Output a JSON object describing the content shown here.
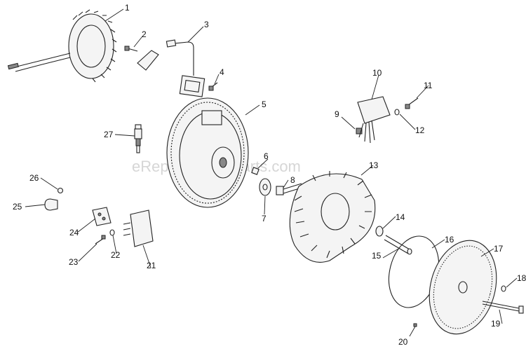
{
  "watermark": "eReplacementParts.com",
  "callouts": [
    {
      "id": "1",
      "label": "1"
    },
    {
      "id": "2",
      "label": "2"
    },
    {
      "id": "3",
      "label": "3"
    },
    {
      "id": "4",
      "label": "4"
    },
    {
      "id": "5",
      "label": "5"
    },
    {
      "id": "6",
      "label": "6"
    },
    {
      "id": "7",
      "label": "7"
    },
    {
      "id": "8",
      "label": "8"
    },
    {
      "id": "9",
      "label": "9"
    },
    {
      "id": "10",
      "label": "10"
    },
    {
      "id": "11",
      "label": "11"
    },
    {
      "id": "12",
      "label": "12"
    },
    {
      "id": "13",
      "label": "13"
    },
    {
      "id": "14",
      "label": "14"
    },
    {
      "id": "15",
      "label": "15"
    },
    {
      "id": "16",
      "label": "16"
    },
    {
      "id": "17",
      "label": "17"
    },
    {
      "id": "18",
      "label": "18"
    },
    {
      "id": "19",
      "label": "19"
    },
    {
      "id": "20",
      "label": "20"
    },
    {
      "id": "21",
      "label": "21"
    },
    {
      "id": "22",
      "label": "22"
    },
    {
      "id": "23",
      "label": "23"
    },
    {
      "id": "24",
      "label": "24"
    },
    {
      "id": "25",
      "label": "25"
    },
    {
      "id": "26",
      "label": "26"
    },
    {
      "id": "27",
      "label": "27"
    }
  ]
}
